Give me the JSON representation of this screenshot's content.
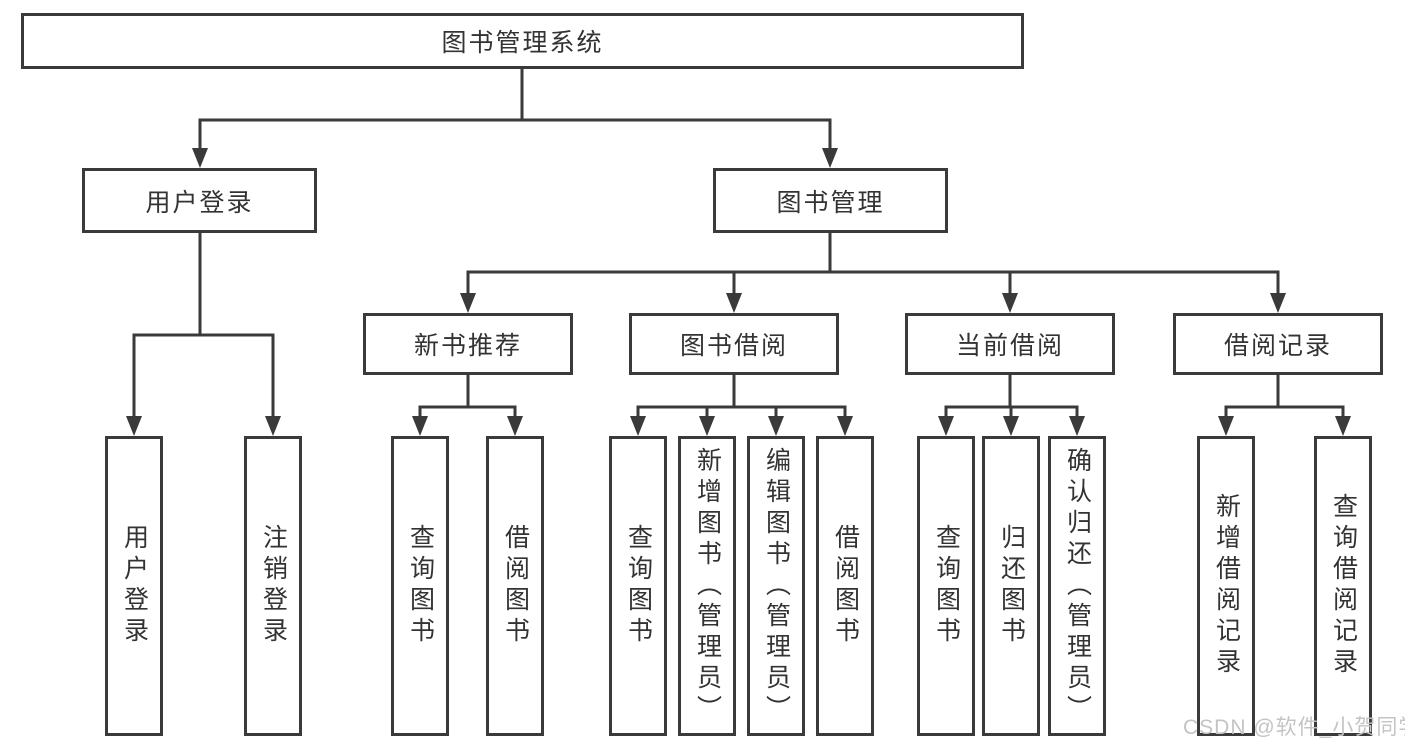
{
  "diagram": {
    "root": {
      "label": "图书管理系统"
    },
    "user_login": {
      "label": "用户登录",
      "children": [
        {
          "label": "用户登录"
        },
        {
          "label": "注销登录"
        }
      ]
    },
    "book_mgmt": {
      "label": "图书管理",
      "sections": [
        {
          "label": "新书推荐",
          "children": [
            {
              "label": "查询图书"
            },
            {
              "label": "借阅图书"
            }
          ]
        },
        {
          "label": "图书借阅",
          "children": [
            {
              "label": "查询图书"
            },
            {
              "label": "新增图书（管理员）"
            },
            {
              "label": "编辑图书（管理员）"
            },
            {
              "label": "借阅图书"
            }
          ]
        },
        {
          "label": "当前借阅",
          "children": [
            {
              "label": "查询图书"
            },
            {
              "label": "归还图书"
            },
            {
              "label": "确认归还（管理员）"
            }
          ]
        },
        {
          "label": "借阅记录",
          "children": [
            {
              "label": "新增借阅记录"
            },
            {
              "label": "查询借阅记录"
            }
          ]
        }
      ]
    },
    "watermark": "CSDN @软件_小贺同学",
    "colors": {
      "line": "#3a3a3a",
      "text": "#333333",
      "watermark": "#c4c4c4",
      "background": "#ffffff"
    }
  }
}
